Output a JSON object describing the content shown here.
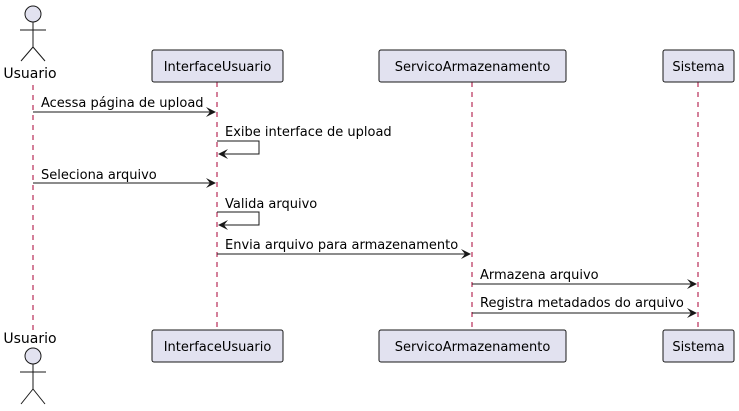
{
  "colors": {
    "lifeline": "#a80036",
    "participant_fill": "#e2e2f0",
    "participant_border": "#181818",
    "arrow": "#181818",
    "actor_fill": "#e2e2f0"
  },
  "participants": {
    "usuario": {
      "name": "Usuario",
      "kind": "actor"
    },
    "interface": {
      "name": "InterfaceUsuario",
      "kind": "participant"
    },
    "servico": {
      "name": "ServicoArmazenamento",
      "kind": "participant"
    },
    "sistema": {
      "name": "Sistema",
      "kind": "participant"
    }
  },
  "messages": [
    {
      "from": "usuario",
      "to": "interface",
      "text": "Acessa página de upload"
    },
    {
      "from": "interface",
      "to": "interface",
      "text": "Exibe interface de upload"
    },
    {
      "from": "usuario",
      "to": "interface",
      "text": "Seleciona arquivo"
    },
    {
      "from": "interface",
      "to": "interface",
      "text": "Valida arquivo"
    },
    {
      "from": "interface",
      "to": "servico",
      "text": "Envia arquivo para armazenamento"
    },
    {
      "from": "servico",
      "to": "sistema",
      "text": "Armazena arquivo"
    },
    {
      "from": "servico",
      "to": "sistema",
      "text": "Registra metadados do arquivo"
    }
  ]
}
